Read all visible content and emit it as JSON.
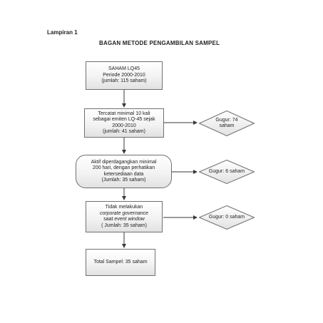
{
  "header": {
    "attachment_label": "Lampiran 1",
    "title": "BAGAN METODE PENGAMBILAN SAMPEL"
  },
  "flow": {
    "step1": {
      "line1": "SAHAM LQ45",
      "line2": "Periode 2000-2010",
      "line3": "(jumlah: 115 saham)"
    },
    "step2": {
      "line1": "Tercatat minimal 10 kali",
      "line2": "sebagai emiten LQ-45 sejak",
      "line3": "2000-2010",
      "line4": "(jumlah: 41 saham)"
    },
    "step3": {
      "line1": "Aktif diperdagangkan minimal",
      "line2": "200 hari, dengan perhatikan",
      "line3": "ketersediaan data",
      "line4": "(Jumlah: 35 saham)"
    },
    "step4": {
      "line1": "Tidak melakukan",
      "line2": "corporate governance",
      "line3_prefix": "saat ",
      "line3_italic": "event window",
      "line4": "( Jumlah: 35 saham)"
    },
    "step5": {
      "line1": "Total Sampel: 35 saham"
    }
  },
  "excluded": {
    "drop1": {
      "line1": "Gugur: 74",
      "line2": "saham"
    },
    "drop2": {
      "line1": "Gugur: 6 saham"
    },
    "drop3": {
      "line1": "Gugur: 0 saham"
    }
  },
  "colors": {
    "border": "#707070",
    "connector": "#3a3a3a",
    "fill_top": "#ffffff",
    "fill_bottom": "#e2e2e2"
  }
}
